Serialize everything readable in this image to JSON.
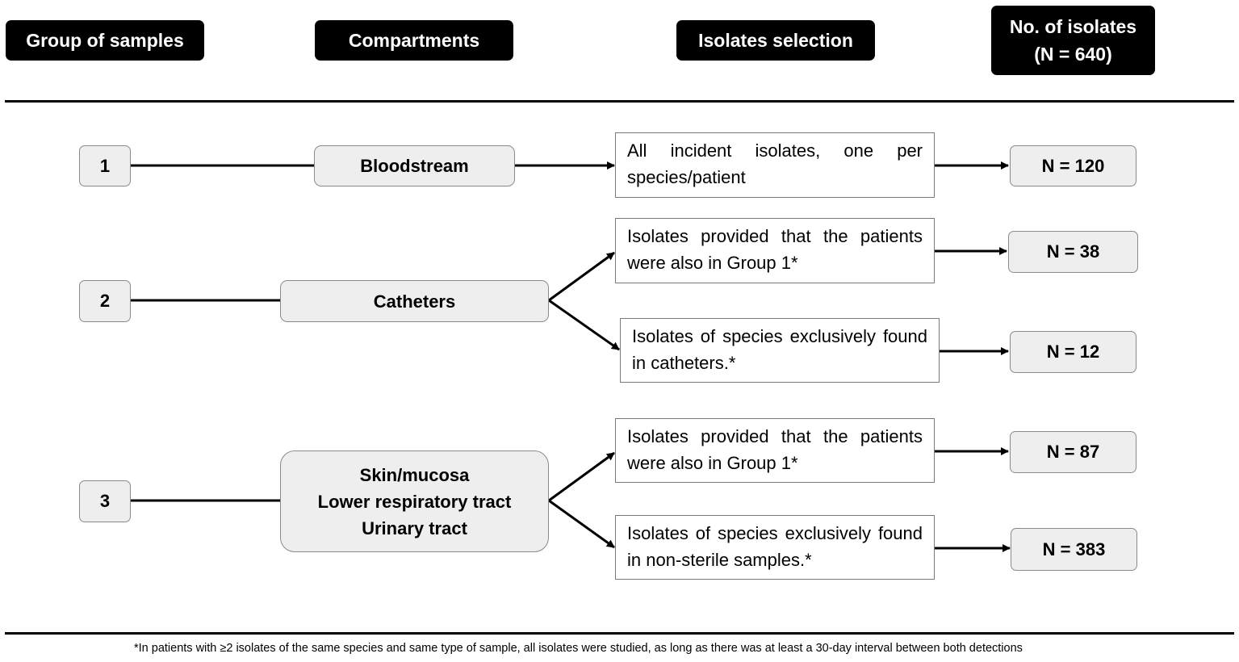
{
  "headers": {
    "group": "Group of samples",
    "compartments": "Compartments",
    "selection": "Isolates selection",
    "isolates_line1": "No. of isolates",
    "isolates_line2": "(N = 640)"
  },
  "rows": {
    "g1": {
      "number": "1",
      "compartment": "Bloodstream",
      "selection": "All incident isolates, one per species/patient",
      "result": "N = 120"
    },
    "g2": {
      "number": "2",
      "compartment": "Catheters",
      "selection_a": "Isolates provided that the patients were also in Group 1*",
      "result_a": "N = 38",
      "selection_b": "Isolates of species exclusively found in catheters.*",
      "result_b": "N = 12"
    },
    "g3": {
      "number": "3",
      "compartment_lines": [
        "Skin/mucosa",
        "Lower respiratory tract",
        "Urinary tract"
      ],
      "selection_a": "Isolates provided that the patients were also in Group 1*",
      "result_a": "N = 87",
      "selection_b": "Isolates of species exclusively found in non-sterile samples.*",
      "result_b": "N = 383"
    }
  },
  "footnote": "*In patients with ≥2 isolates of the same species and same type of sample, all isolates were studied, as long as there was at least a 30-day interval between both detections"
}
